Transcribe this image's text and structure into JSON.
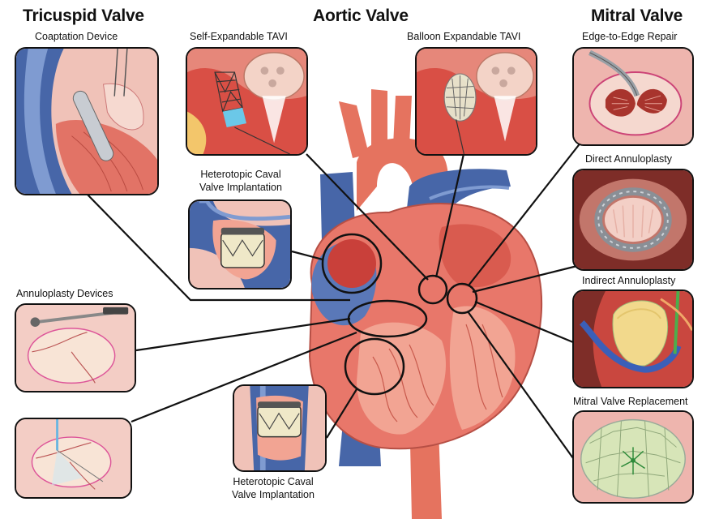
{
  "headers": {
    "tricuspid": "Tricuspid Valve",
    "aortic": "Aortic Valve",
    "mitral": "Mitral Valve"
  },
  "captions": {
    "coaptation": "Coaptation Device",
    "self_tavi": "Self-Expandable TAVI",
    "balloon_tavi": "Balloon Expandable TAVI",
    "edge_repair": "Edge-to-Edge Repair",
    "caval_top_1": "Heterotopic Caval",
    "caval_top_2": "Valve Implantation",
    "direct_annulo": "Direct Annuloplasty",
    "annulo_devices": "Annuloplasty Devices",
    "indirect_annulo": "Indirect Annuloplasty",
    "mitral_replacement": "Mitral Valve Replacement",
    "caval_bottom_1": "Heterotopic Caval",
    "caval_bottom_2": "Valve Implantation"
  },
  "colors": {
    "myocardium": "#e8776a",
    "myocardium_light": "#f2a493",
    "aorta": "#e5735f",
    "vein_blue": "#4766a8",
    "vein_light": "#7f9bd1",
    "panel_pink": "#f3c7c2",
    "outline": "#111111",
    "device_green": "#4cae4c",
    "device_gray": "#8a8f96"
  }
}
